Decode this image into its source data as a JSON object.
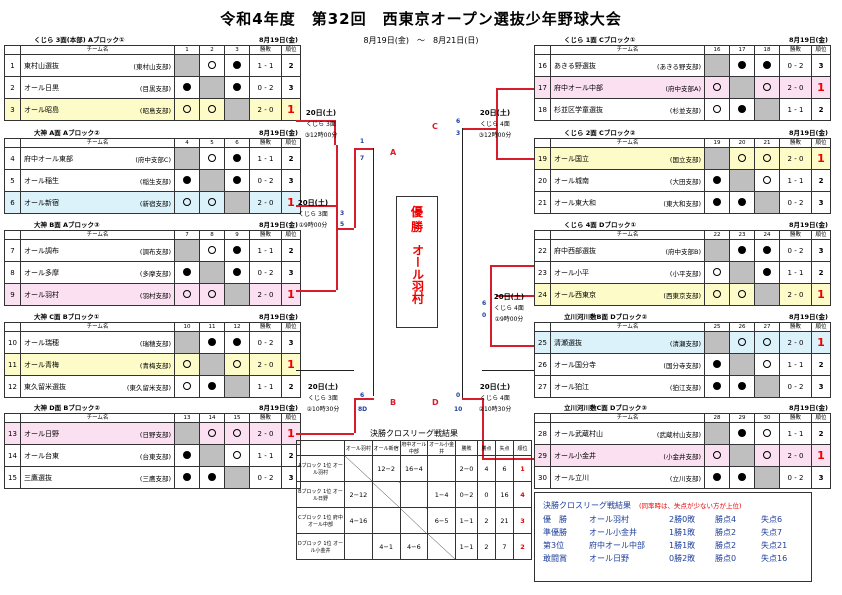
{
  "title": "令和4年度　第32回　西東京オープン選抜少年野球大会",
  "dates": "8月19日(金)　～　8月21日(日)",
  "groups": {
    "A1": {
      "name": "くじら 3面(本部) Aブロック①",
      "date": "8月19日(金)",
      "h1": "チーム名",
      "cols": [
        "1",
        "2",
        "3",
        "勝敗",
        "順位"
      ],
      "rows": [
        {
          "n": "1",
          "team": "東村山選抜",
          "branch": "(東村山支部)",
          "rec": "1 - 1",
          "rank": "2"
        },
        {
          "n": "2",
          "team": "オール日黒",
          "branch": "(目黒支部)",
          "rec": "0 - 2",
          "rank": "3"
        },
        {
          "n": "3",
          "team": "オール昭島",
          "branch": "(昭島支部)",
          "rec": "2 - 0",
          "rank": "1"
        }
      ]
    },
    "A2": {
      "name": "大神 A面 Aブロック②",
      "date": "8月19日(金)",
      "h1": "チーム名",
      "cols": [
        "4",
        "5",
        "6",
        "勝敗",
        "順位"
      ],
      "rows": [
        {
          "n": "4",
          "team": "府中オール東部",
          "branch": "(府中支部C)",
          "rec": "1 - 1",
          "rank": "2"
        },
        {
          "n": "5",
          "team": "オール稲生",
          "branch": "(稲生支部)",
          "rec": "0 - 2",
          "rank": "3"
        },
        {
          "n": "6",
          "team": "オール新宿",
          "branch": "(新宿支部)",
          "rec": "2 - 0",
          "rank": "1"
        }
      ]
    },
    "A3": {
      "name": "大神 B面 Aブロック③",
      "date": "8月19日(金)",
      "h1": "チーム名",
      "cols": [
        "7",
        "8",
        "9",
        "勝敗",
        "順位"
      ],
      "rows": [
        {
          "n": "7",
          "team": "オール調布",
          "branch": "(調布支部)",
          "rec": "1 - 1",
          "rank": "2"
        },
        {
          "n": "8",
          "team": "オール多摩",
          "branch": "(多摩支部)",
          "rec": "0 - 2",
          "rank": "3"
        },
        {
          "n": "9",
          "team": "オール羽村",
          "branch": "(羽村支部)",
          "rec": "2 - 0",
          "rank": "1"
        }
      ]
    },
    "B1": {
      "name": "大神 C面 Bブロック①",
      "date": "8月19日(金)",
      "h1": "チーム名",
      "cols": [
        "10",
        "11",
        "12",
        "勝敗",
        "順位"
      ],
      "rows": [
        {
          "n": "10",
          "team": "オール瑞穂",
          "branch": "(瑞穂支部)",
          "rec": "0 - 2",
          "rank": "3"
        },
        {
          "n": "11",
          "team": "オール青梅",
          "branch": "(青梅支部)",
          "rec": "2 - 0",
          "rank": "1"
        },
        {
          "n": "12",
          "team": "東久留米選抜",
          "branch": "(東久留米支部)",
          "rec": "1 - 1",
          "rank": "2"
        }
      ]
    },
    "B2": {
      "name": "大神 D面 Bブロック②",
      "date": "8月19日(金)",
      "h1": "チーム名",
      "cols": [
        "13",
        "14",
        "15",
        "勝敗",
        "順位"
      ],
      "rows": [
        {
          "n": "13",
          "team": "オール日野",
          "branch": "(日野支部)",
          "rec": "2 - 0",
          "rank": "1"
        },
        {
          "n": "14",
          "team": "オール台東",
          "branch": "(台東支部)",
          "rec": "1 - 1",
          "rank": "2"
        },
        {
          "n": "15",
          "team": "三鷹選抜",
          "branch": "(三鷹支部)",
          "rec": "0 - 2",
          "rank": "3"
        }
      ]
    },
    "C1": {
      "name": "くじら 1面 Cブロック①",
      "date": "8月19日(金)",
      "h1": "チーム名",
      "cols": [
        "16",
        "17",
        "18",
        "勝敗",
        "順位"
      ],
      "rows": [
        {
          "n": "16",
          "team": "あきる野選抜",
          "branch": "(あきる野支部)",
          "rec": "0 - 2",
          "rank": "3"
        },
        {
          "n": "17",
          "team": "府中オール中部",
          "branch": "(府中支部A)",
          "rec": "2 - 0",
          "rank": "1"
        },
        {
          "n": "18",
          "team": "杉並区学童選抜",
          "branch": "(杉並支部)",
          "rec": "1 - 1",
          "rank": "2"
        }
      ]
    },
    "C2": {
      "name": "くじら 2面 Cブロック②",
      "date": "8月19日(金)",
      "h1": "チーム名",
      "cols": [
        "19",
        "20",
        "21",
        "勝敗",
        "順位"
      ],
      "rows": [
        {
          "n": "19",
          "team": "オール国立",
          "branch": "(国立支部)",
          "rec": "2 - 0",
          "rank": "1"
        },
        {
          "n": "20",
          "team": "オール城南",
          "branch": "(大田支部)",
          "rec": "1 - 1",
          "rank": "2"
        },
        {
          "n": "21",
          "team": "オール東大和",
          "branch": "(東大和支部)",
          "rec": "0 - 2",
          "rank": "3"
        }
      ]
    },
    "D1": {
      "name": "くじら 4面 Dブロック①",
      "date": "8月19日(金)",
      "h1": "チーム名",
      "cols": [
        "22",
        "23",
        "24",
        "勝敗",
        "順位"
      ],
      "rows": [
        {
          "n": "22",
          "team": "府中西部選抜",
          "branch": "(府中支部B)",
          "rec": "0 - 2",
          "rank": "3"
        },
        {
          "n": "23",
          "team": "オール小平",
          "branch": "(小平支部)",
          "rec": "1 - 1",
          "rank": "2"
        },
        {
          "n": "24",
          "team": "オール西東京",
          "branch": "(西東京支部)",
          "rec": "2 - 0",
          "rank": "1"
        }
      ]
    },
    "D2": {
      "name": "立川河川敷B面 Dブロック②",
      "date": "8月19日(金)",
      "h1": "チーム名",
      "cols": [
        "25",
        "26",
        "27",
        "勝敗",
        "順位"
      ],
      "rows": [
        {
          "n": "25",
          "team": "清瀬選抜",
          "branch": "(清瀬支部)",
          "rec": "2 - 0",
          "rank": "1"
        },
        {
          "n": "26",
          "team": "オール国分寺",
          "branch": "(国分寺支部)",
          "rec": "1 - 1",
          "rank": "2"
        },
        {
          "n": "27",
          "team": "オール狛江",
          "branch": "(狛江支部)",
          "rec": "0 - 2",
          "rank": "3"
        }
      ]
    },
    "D3": {
      "name": "立川河川敷C面 Dブロック③",
      "date": "8月19日(金)",
      "h1": "チーム名",
      "cols": [
        "28",
        "29",
        "30",
        "勝敗",
        "順位"
      ],
      "rows": [
        {
          "n": "28",
          "team": "オール武蔵村山",
          "branch": "(武蔵村山支部)",
          "rec": "1 - 1",
          "rank": "2"
        },
        {
          "n": "29",
          "team": "オール小金井",
          "branch": "(小金井支部)",
          "rec": "2 - 0",
          "rank": "1"
        },
        {
          "n": "30",
          "team": "オール立川",
          "branch": "(立川支部)",
          "rec": "0 - 2",
          "rank": "3"
        }
      ]
    }
  },
  "matches": {
    "m1": {
      "day": "20日(土)",
      "venue": "くじら 3面",
      "time": "③12時00分"
    },
    "m2": {
      "day": "20日(土)",
      "venue": "くじら 3面",
      "time": "①9時00分"
    },
    "m3": {
      "day": "20日(土)",
      "venue": "くじら 3面",
      "time": "②10時30分"
    },
    "m4": {
      "day": "20日(土)",
      "venue": "くじら 4面",
      "time": "②10時30分"
    },
    "m5": {
      "day": "20日(土)",
      "venue": "くじら 4面",
      "time": "①9時00分"
    },
    "m6": {
      "day": "20日(土)",
      "venue": "くじら 4面",
      "time": "③12時00分"
    }
  },
  "bracket_labels": {
    "a": "A",
    "b": "B",
    "c": "C",
    "d": "D"
  },
  "bracket_scores": {
    "a_top": "1",
    "a_bot": "7",
    "a_mid1": "3",
    "a_mid2": "5",
    "b_top": "6",
    "b_bot": "8D",
    "c_top": "6",
    "c_bot": "3",
    "cd_mid1": "6",
    "cd_mid2": "0",
    "d_top": "0",
    "d_bot": "10"
  },
  "champion": {
    "label1": "優",
    "label2": "勝",
    "team": "オール羽村"
  },
  "cross_title": "決勝クロスリーグ戦結果",
  "cross": {
    "headers": [
      "",
      "オール羽村",
      "オール新宿",
      "府中オール中部",
      "オール小金井",
      "勝敗",
      "勝点",
      "失点",
      "順位"
    ],
    "rows": [
      {
        "team": "Aブロック 1位 オール羽村",
        "c1": "",
        "c2": "12−2",
        "c3": "16−4",
        "c4": "",
        "rec": "2−0",
        "pts": "4",
        "lost": "6",
        "rank": "1"
      },
      {
        "team": "Bブロック 1位 オール日野",
        "c1": "2−12",
        "c2": "",
        "c3": "",
        "c4": "1−4",
        "rec": "0−2",
        "pts": "0",
        "lost": "16",
        "rank": "4"
      },
      {
        "team": "Cブロック 1位 府中オール中部",
        "c1": "4−16",
        "c2": "",
        "c3": "",
        "c4": "6−5",
        "rec": "1−1",
        "pts": "2",
        "lost": "21",
        "rank": "3"
      },
      {
        "team": "Dブロック 1位 オール小金井",
        "c1": "",
        "c2": "4−1",
        "c3": "4−6",
        "c4": "",
        "rec": "1−1",
        "pts": "2",
        "lost": "7",
        "rank": "2"
      }
    ]
  },
  "results": {
    "title": "決勝クロスリーグ戦結果",
    "note": "(同率時は、失点が少ない方が上位)",
    "rows": [
      {
        "place": "優　勝",
        "team": "オール羽村",
        "rec": "2勝0敗",
        "pts": "勝点4",
        "lost": "失点6"
      },
      {
        "place": "準優勝",
        "team": "オール小金井",
        "rec": "1勝1敗",
        "pts": "勝点2",
        "lost": "失点7"
      },
      {
        "place": "第3位",
        "team": "府中オール中部",
        "rec": "1勝1敗",
        "pts": "勝点2",
        "lost": "失点21"
      },
      {
        "place": "敢闘賞",
        "team": "オール日野",
        "rec": "0勝2敗",
        "pts": "勝点0",
        "lost": "失点16"
      }
    ]
  },
  "colors": {
    "line": "#d71d2b",
    "win_row": "#fdfbc8",
    "pink_row": "#fbe0f2",
    "blue_row": "#dcf2fb",
    "rank1": "#e00000",
    "accent_blue": "#1e3f9b"
  }
}
